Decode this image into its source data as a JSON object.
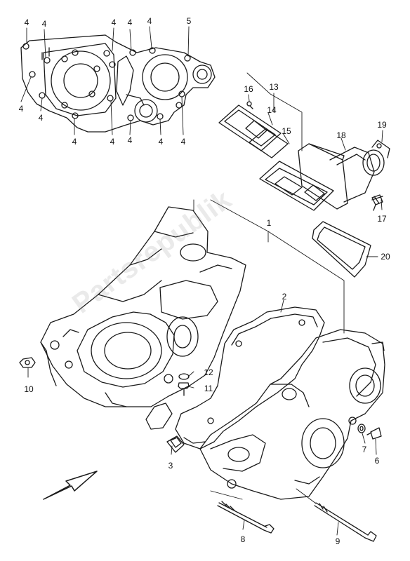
{
  "diagram": {
    "callouts": [
      {
        "id": "c4a",
        "text": "4"
      },
      {
        "id": "c4b",
        "text": "4"
      },
      {
        "id": "c4c",
        "text": "4"
      },
      {
        "id": "c4d",
        "text": "4"
      },
      {
        "id": "c4e",
        "text": "4"
      },
      {
        "id": "c5",
        "text": "5"
      },
      {
        "id": "c4f",
        "text": "4"
      },
      {
        "id": "c4g",
        "text": "4"
      },
      {
        "id": "c4h",
        "text": "4"
      },
      {
        "id": "c4i",
        "text": "4"
      },
      {
        "id": "c4j",
        "text": "4"
      },
      {
        "id": "c4k",
        "text": "4"
      },
      {
        "id": "c4l",
        "text": "4"
      },
      {
        "id": "c13",
        "text": "13"
      },
      {
        "id": "c16",
        "text": "16"
      },
      {
        "id": "c14",
        "text": "14"
      },
      {
        "id": "c15",
        "text": "15"
      },
      {
        "id": "c18",
        "text": "18"
      },
      {
        "id": "c19",
        "text": "19"
      },
      {
        "id": "c17",
        "text": "17"
      },
      {
        "id": "c1",
        "text": "1"
      },
      {
        "id": "c20",
        "text": "20"
      },
      {
        "id": "c2",
        "text": "2"
      },
      {
        "id": "c10",
        "text": "10"
      },
      {
        "id": "c12",
        "text": "12"
      },
      {
        "id": "c11",
        "text": "11"
      },
      {
        "id": "c3",
        "text": "3"
      },
      {
        "id": "c7",
        "text": "7"
      },
      {
        "id": "c6",
        "text": "6"
      },
      {
        "id": "c8",
        "text": "8"
      },
      {
        "id": "c9",
        "text": "9"
      }
    ],
    "watermark": "Partsrepublik",
    "line_color": "#1a1a1a"
  }
}
